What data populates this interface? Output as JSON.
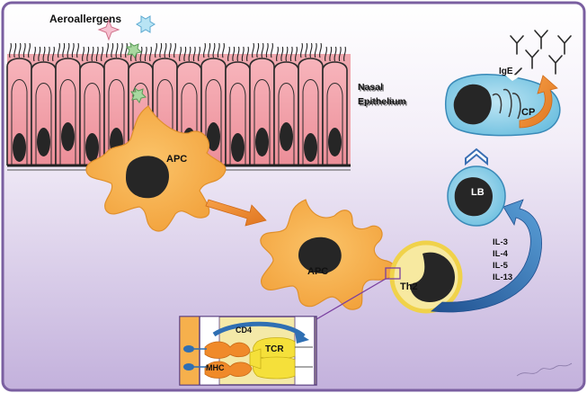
{
  "labels": {
    "aeroallergens": "Aeroallergens",
    "nasal": "Nasal",
    "epithelium": "Epithelium",
    "apc_top": "APC",
    "apc_mid": "APC",
    "th2": "Th2",
    "lb": "LB",
    "cp": "CP",
    "ige": "IgE",
    "cd4": "CD4",
    "tcr": "TCR",
    "mhc": "MHC"
  },
  "cytokines": [
    "IL-3",
    "IL-4",
    "IL-5",
    "IL-13"
  ],
  "colors": {
    "frame": "#7a5fa0",
    "background_top": "#ffffff",
    "background_bottom": "#c7b6df",
    "epithelium_pink": "#f2a0a8",
    "apc_orange": "#f6b04c",
    "nucleus": "#2a2a2a",
    "cell_blue": "#8fd0e8",
    "blue_arrow": "#2f6fb3",
    "orange_arrow": "#f08a2a",
    "inset_bg": "#f4e9a8",
    "tcr_yellow": "#f5e03a",
    "mhc_orange": "#f08a2a",
    "cd4_blue": "#2f6fb3"
  }
}
